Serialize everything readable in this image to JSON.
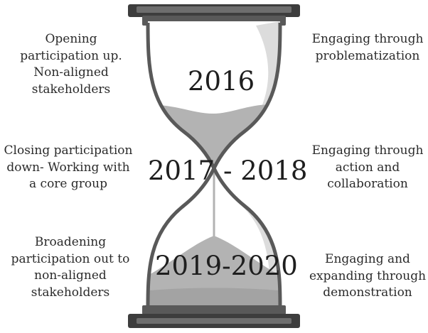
{
  "left_phases": [
    {
      "text": "Opening\nparticipation up.\nNon-aligned\nstakeholders"
    },
    {
      "text": "Closing participation\ndown- Working with\na core group"
    },
    {
      "text": "Broadening\nparticipation out to\nnon-aligned\nstakeholders"
    }
  ],
  "right_phases": [
    {
      "text": "Engaging through\nproblematization"
    },
    {
      "text": "Engaging through\naction and\ncollaboration"
    },
    {
      "text": "Engaging and\nexpanding through\ndemonstration"
    }
  ],
  "years": {
    "top": "2016",
    "middle_left": "2017",
    "middle_right": "- 2018",
    "bottom": "2019-2020"
  },
  "colors": {
    "frame": "#595959",
    "frame_dark": "#3d3d3d",
    "sand": "#b3b3b3",
    "glass_shade": "#dcdcdc"
  }
}
